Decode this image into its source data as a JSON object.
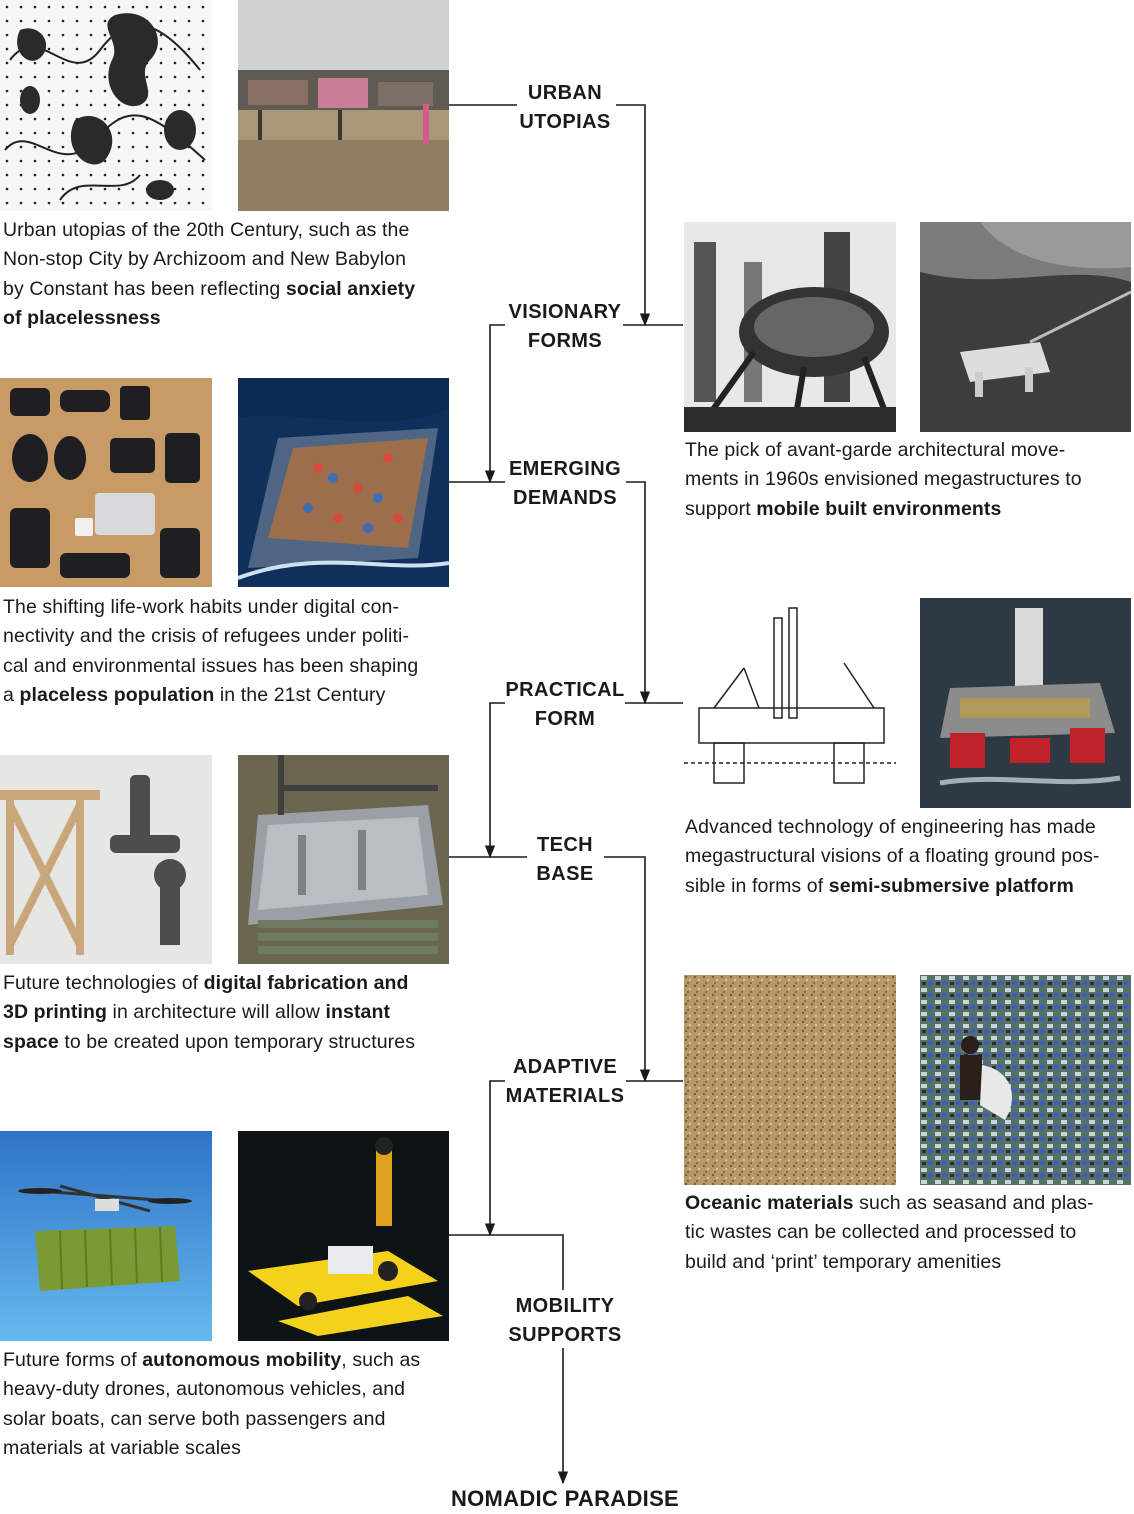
{
  "stages": [
    {
      "id": "urban-utopias",
      "label_lines": [
        "URBAN",
        "UTOPIAS"
      ]
    },
    {
      "id": "visionary-forms",
      "label_lines": [
        "VISIONARY",
        "FORMS"
      ]
    },
    {
      "id": "emerging-demands",
      "label_lines": [
        "EMERGING",
        "DEMANDS"
      ]
    },
    {
      "id": "practical-form",
      "label_lines": [
        "PRACTICAL",
        "FORM"
      ]
    },
    {
      "id": "tech-base",
      "label_lines": [
        "TECH",
        "BASE"
      ]
    },
    {
      "id": "adaptive-materials",
      "label_lines": [
        "ADAPTIVE",
        "MATERIALS"
      ]
    },
    {
      "id": "mobility-supports",
      "label_lines": [
        "MOBILITY",
        "SUPPORTS"
      ]
    }
  ],
  "final_label": "NOMADIC PARADISE",
  "captions": {
    "urban_utopias": {
      "lines": [
        [
          {
            "t": "Urban utopias of the 20th Century, such as the"
          }
        ],
        [
          {
            "t": "Non-stop City by Archizoom and New Babylon"
          }
        ],
        [
          {
            "t": "by Constant has been reflecting "
          },
          {
            "t": "social anxiety",
            "b": true
          }
        ],
        [
          {
            "t": "of placelessness",
            "b": true
          }
        ]
      ]
    },
    "visionary_forms": {
      "lines": [
        [
          {
            "t": "The pick of avant-garde architectural move-"
          }
        ],
        [
          {
            "t": "ments in 1960s envisioned megastructures to"
          }
        ],
        [
          {
            "t": "support "
          },
          {
            "t": "mobile built environments",
            "b": true
          }
        ]
      ]
    },
    "emerging_demands": {
      "lines": [
        [
          {
            "t": "The shifting life-work habits under digital con-"
          }
        ],
        [
          {
            "t": "nectivity and the crisis of refugees under politi-"
          }
        ],
        [
          {
            "t": "cal and environmental issues has been shaping"
          }
        ],
        [
          {
            "t": "a "
          },
          {
            "t": "placeless population",
            "b": true
          },
          {
            "t": " in the 21st Century"
          }
        ]
      ]
    },
    "practical_form": {
      "lines": [
        [
          {
            "t": "Advanced technology of engineering has made"
          }
        ],
        [
          {
            "t": "megastructural visions of a floating ground pos-"
          }
        ],
        [
          {
            "t": "sible in forms of "
          },
          {
            "t": "semi-submersive platform",
            "b": true
          }
        ]
      ]
    },
    "tech_base": {
      "lines": [
        [
          {
            "t": "Future technologies of "
          },
          {
            "t": "digital fabrication and",
            "b": true
          }
        ],
        [
          {
            "t": "3D printing",
            "b": true
          },
          {
            "t": " in architecture will allow "
          },
          {
            "t": "instant",
            "b": true
          }
        ],
        [
          {
            "t": "space",
            "b": true
          },
          {
            "t": " to be created upon temporary structures"
          }
        ]
      ]
    },
    "adaptive_materials": {
      "lines": [
        [
          {
            "t": "Oceanic materials",
            "b": true
          },
          {
            "t": " such as seasand and plas-"
          }
        ],
        [
          {
            "t": "tic wastes can be collected and processed to"
          }
        ],
        [
          {
            "t": "build and ‘print’ temporary amenities"
          }
        ]
      ]
    },
    "mobility_supports": {
      "lines": [
        [
          {
            "t": "Future forms of "
          },
          {
            "t": "autonomous mobility",
            "b": true
          },
          {
            "t": ", such as"
          }
        ],
        [
          {
            "t": "heavy-duty drones, autonomous vehicles, and"
          }
        ],
        [
          {
            "t": "solar boats, can serve both passengers and"
          }
        ],
        [
          {
            "t": "materials at variable scales"
          }
        ]
      ]
    }
  }
}
